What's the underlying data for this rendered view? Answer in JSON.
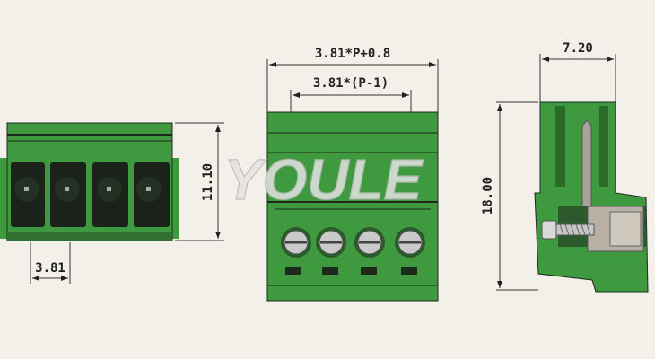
{
  "watermark": "YOULE",
  "dimensions": {
    "overall_width": "3.81*P+0.8",
    "pitch_span": "3.81*(P-1)",
    "pitch": "3.81",
    "front_height": "11.10",
    "side_depth": "7.20",
    "side_height": "18.00"
  },
  "colors": {
    "body": "#3f9a3f",
    "dark": "#1d2a1d",
    "background": "#f3f0e9"
  }
}
